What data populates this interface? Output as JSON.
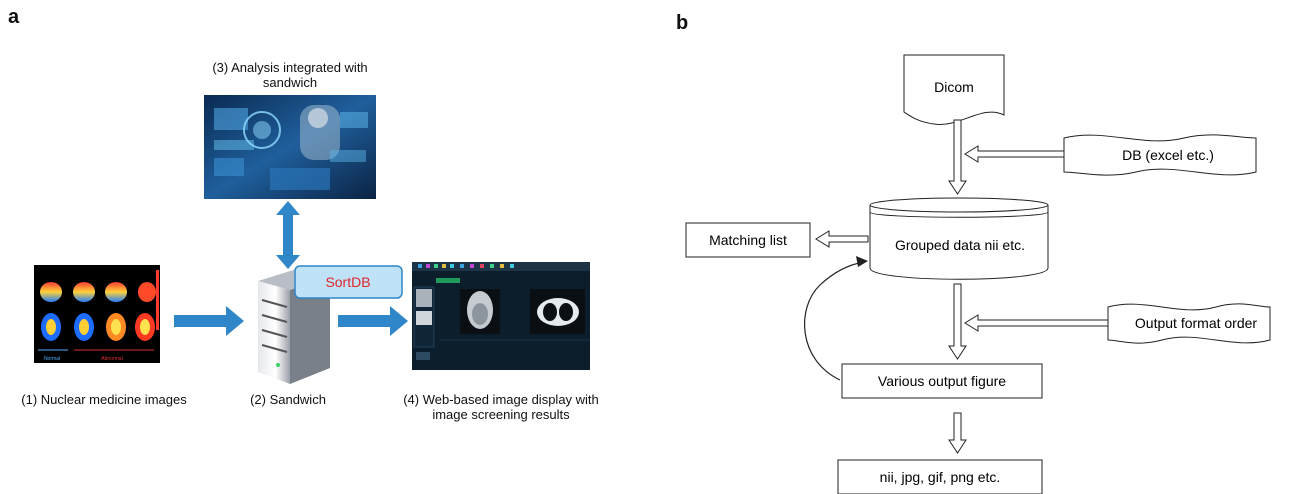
{
  "panel_a": {
    "letter": "a",
    "analysis_label_line1": "(3) Analysis integrated with",
    "analysis_label_line2": "sandwich",
    "sortdb_label": "SortDB",
    "nuclear_label": "(1) Nuclear medicine images",
    "sandwich_label": "(2) Sandwich",
    "web_label_line1": "(4) Web-based image display with",
    "web_label_line2": "image screening results",
    "brain_normal": "Normal",
    "brain_abnormal": "Abnormal"
  },
  "panel_b": {
    "letter": "b",
    "dicom": "Dicom",
    "db": "DB (excel etc.)",
    "grouped": "Grouped data nii etc.",
    "matching": "Matching list",
    "output_order": "Output format order",
    "various": "Various output figure",
    "formats": "nii, jpg, gif, png etc."
  },
  "colors": {
    "arrow_blue": "#2f86c8",
    "sortdb_fill": "#bfe2f7",
    "sortdb_text": "#e0242a"
  }
}
